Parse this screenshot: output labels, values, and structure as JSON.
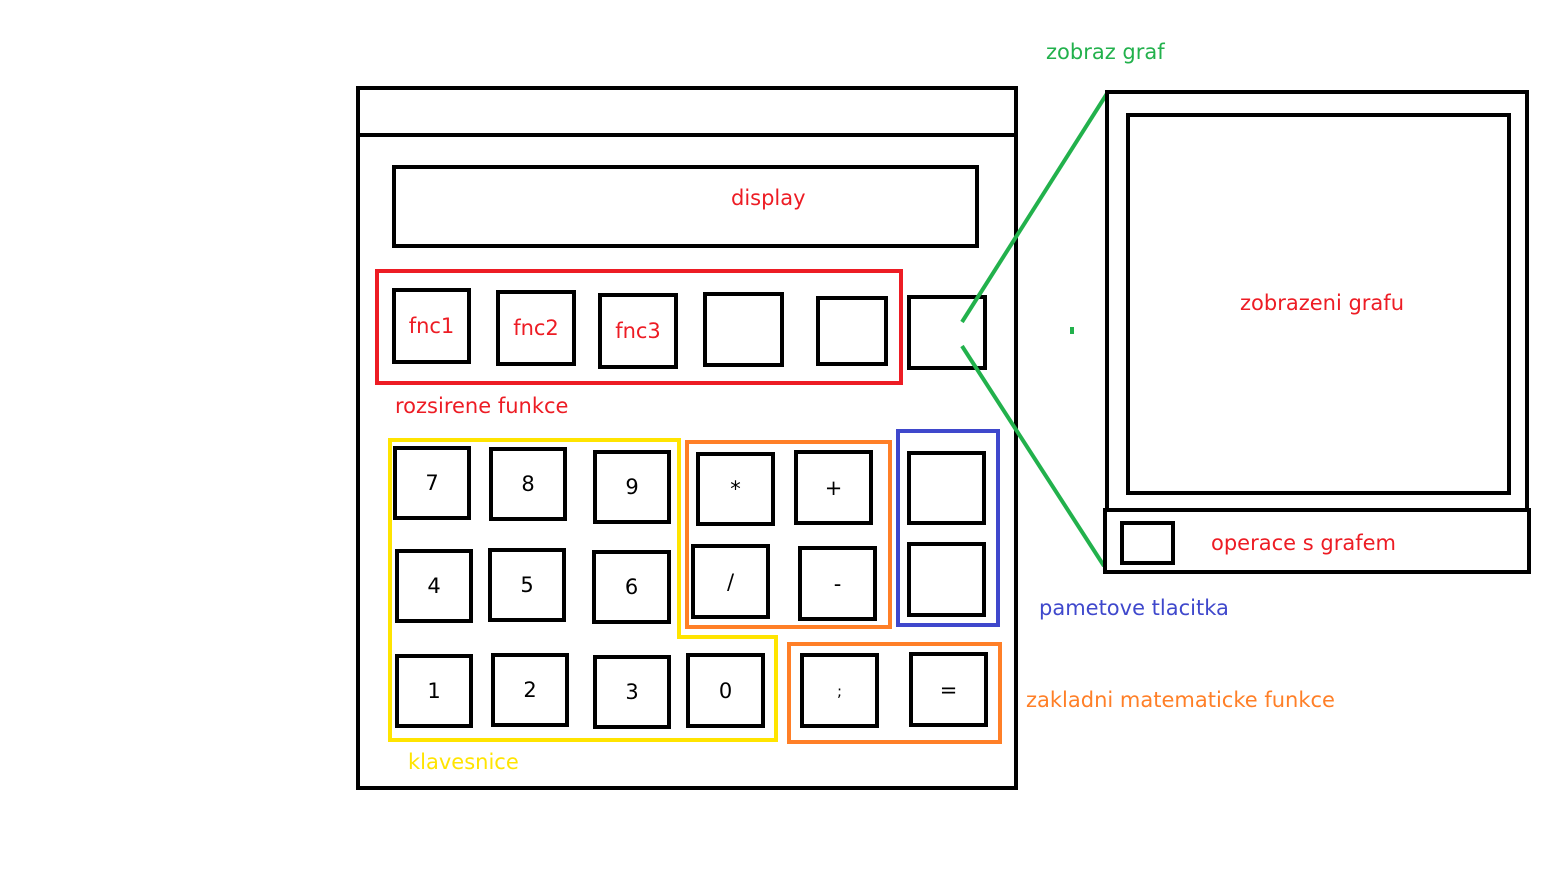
{
  "calculator": {
    "display_label": "display",
    "function_keys": [
      "fnc1",
      "fnc2",
      "fnc3",
      "",
      ""
    ],
    "keypad": [
      "7",
      "8",
      "9",
      "4",
      "5",
      "6",
      "1",
      "2",
      "3",
      "0"
    ],
    "operators": [
      "*",
      "+",
      "/",
      "-"
    ],
    "extra_keys": [
      ";",
      "="
    ]
  },
  "labels": {
    "extended_functions": "rozsirene funkce",
    "keypad": "klavesnice",
    "memory_buttons": "pametove tlacitka",
    "basic_math_functions": "zakladni matematicke funkce",
    "show_graph": "zobraz graf",
    "graph_display": "zobrazeni grafu",
    "graph_operations": "operace s grafem"
  },
  "colors": {
    "extended_functions": "#ed1c24",
    "keypad": "#ffe400",
    "memory_buttons": "#3f48cc",
    "basic_math_functions": "#ff7f27",
    "graph_link": "#22b14c"
  }
}
